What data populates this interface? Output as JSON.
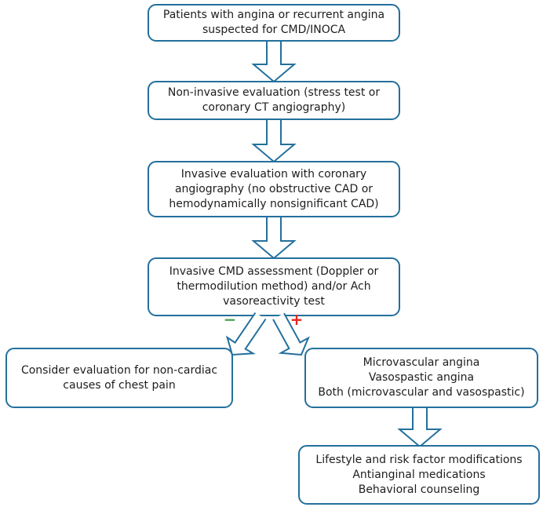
{
  "diagram": {
    "type": "flowchart",
    "boxes": {
      "patients": {
        "lines": [
          "Patients with angina or recurrent angina",
          "suspected for CMD/INOCA"
        ]
      },
      "noninvasive": {
        "lines": [
          "Non-invasive evaluation (stress test or",
          "coronary CT angiography)"
        ]
      },
      "invasive_angio": {
        "lines": [
          "Invasive evaluation with coronary",
          "angiography (no obstructive CAD or",
          "hemodynamically nonsignificant CAD)"
        ]
      },
      "cmd_assessment": {
        "lines": [
          "Invasive CMD assessment (Doppler or",
          "thermodilution method) and/or Ach",
          "vasoreactivity test"
        ]
      },
      "noncardiac": {
        "lines": [
          "Consider evaluation for non-cardiac",
          "causes of chest pain"
        ]
      },
      "diagnosis": {
        "lines": [
          "Microvascular angina",
          "Vasospastic angina",
          "Both (microvascular and vasospastic)"
        ]
      },
      "treatment": {
        "lines": [
          "Lifestyle and risk factor modifications",
          "Antianginal medications",
          "Behavioral counseling"
        ]
      }
    },
    "branch_labels": {
      "negative": "−",
      "positive": "+"
    },
    "colors": {
      "box_border": "#23709c",
      "text": "#1d1d1d",
      "negative": "#4ca455",
      "positive": "#e8251f",
      "arrow_outline": "#23709c",
      "arrow_fill": "#ffffff"
    }
  }
}
